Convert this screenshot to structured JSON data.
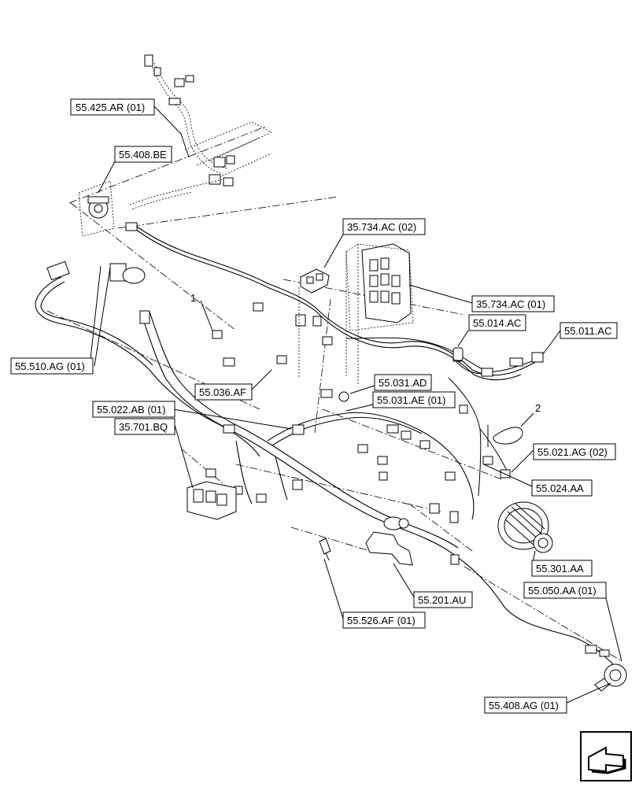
{
  "labels": {
    "l_55_425_AR": "55.425.AR (01)",
    "l_55_408_BE": "55.408.BE",
    "l_35_734_AC_02": "35.734.AC (02)",
    "l_35_734_AC_01": "35.734.AC (01)",
    "l_55_014_AC": "55.014.AC",
    "l_55_011_AC": "55.011.AC",
    "l_55_510_AG": "55.510.AG (01)",
    "l_55_036_AF": "55.036.AF",
    "l_55_031_AD": "55.031.AD",
    "l_55_031_AE": "55.031.AE (01)",
    "l_55_022_AB": "55.022.AB (01)",
    "l_35_701_BQ": "35.701.BQ",
    "l_55_021_AG": "55.021.AG (02)",
    "l_55_024_AA": "55.024.AA",
    "l_55_301_AA": "55.301.AA",
    "l_55_050_AA": "55.050.AA (01)",
    "l_55_201_AU": "55.201.AU",
    "l_55_526_AF": "55.526.AF (01)",
    "l_55_408_AG": "55.408.AG (01)"
  },
  "callouts": {
    "item_1": "1",
    "item_2": "2"
  },
  "nav": {
    "icon": "arrow-icon"
  }
}
